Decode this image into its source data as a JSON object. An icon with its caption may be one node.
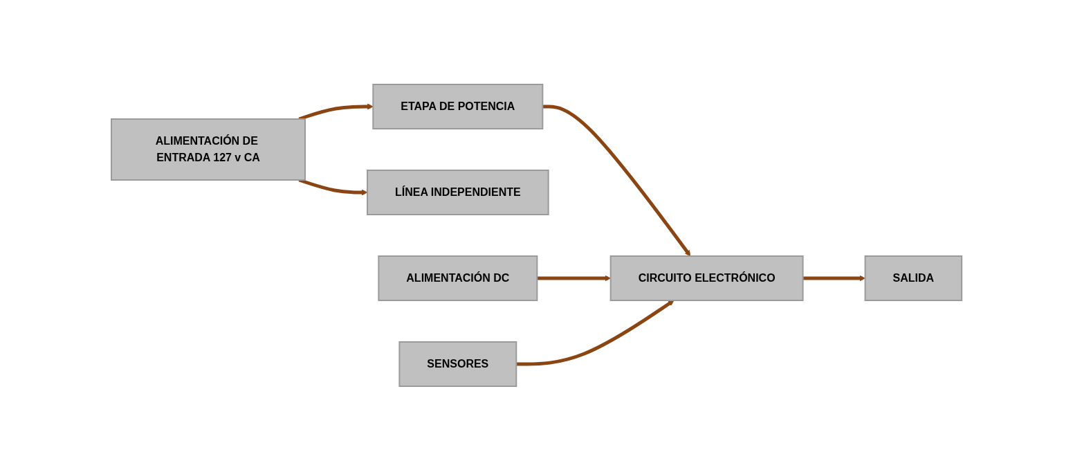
{
  "diagram": {
    "nodes": [
      {
        "text": [
          "ALIMENTACIÓN DE ENTRADA 127 v CA"
        ]
      },
      {
        "text": [
          "ETAPA DE POTENCIA"
        ]
      },
      {
        "text": [
          "LÍNEA INDEPENDIENTE"
        ]
      },
      {
        "text": [
          "ALIMENTACIÓN DC"
        ]
      },
      {
        "text": [
          "SENSORES"
        ]
      },
      {
        "text": [
          "CIRCUITO ELECTRÓNICO"
        ]
      },
      {
        "text": [
          "SALIDA"
        ]
      }
    ],
    "edges": [
      {
        "from": 0,
        "to": 1,
        "arrow": "to"
      },
      {
        "from": 0,
        "to": 2,
        "arrow": "to"
      },
      {
        "from": 1,
        "to": 5,
        "arrow": "to"
      },
      {
        "from": 3,
        "to": 5,
        "arrow": "to"
      },
      {
        "from": 4,
        "to": 5,
        "arrow": "to"
      },
      {
        "from": 5,
        "to": 6,
        "arrow": "to"
      }
    ]
  }
}
